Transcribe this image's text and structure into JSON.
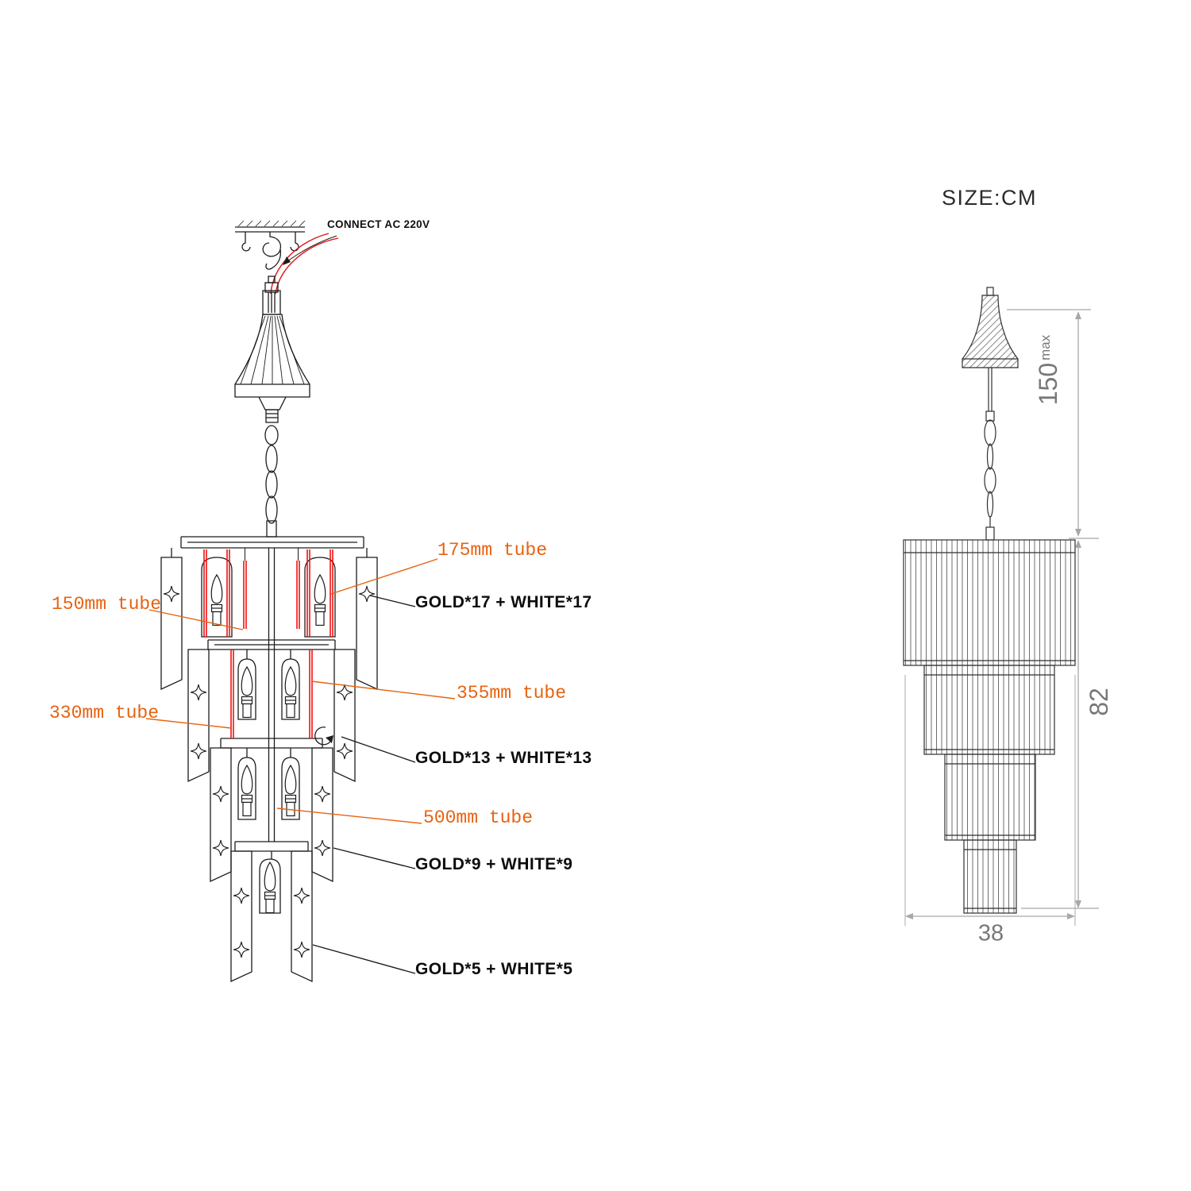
{
  "assembly_diagram": {
    "connect_label": "CONNECT AC 220V",
    "tube_labels": {
      "tube_175": "175mm tube",
      "tube_150": "150mm tube",
      "tube_355": "355mm tube",
      "tube_330": "330mm tube",
      "tube_500": "500mm tube"
    },
    "tier_labels": {
      "tier_1": "GOLD*17 + WHITE*17",
      "tier_2": "GOLD*13 + WHITE*13",
      "tier_3": "GOLD*9 + WHITE*9",
      "tier_4": "GOLD*5 + WHITE*5"
    },
    "colors": {
      "tube_label_orange": "#e8620f",
      "tube_highlight_red": "#ee1111",
      "line": "#1c1c1c"
    }
  },
  "dimension_diagram": {
    "units_label": "SIZE:CM",
    "hanging_height_value": "150",
    "hanging_height_suffix": "max",
    "fixture_height_value": "82",
    "fixture_width_value": "38",
    "colors": {
      "dimension_line": "#a8a8a8",
      "dimension_text": "#787878"
    }
  }
}
